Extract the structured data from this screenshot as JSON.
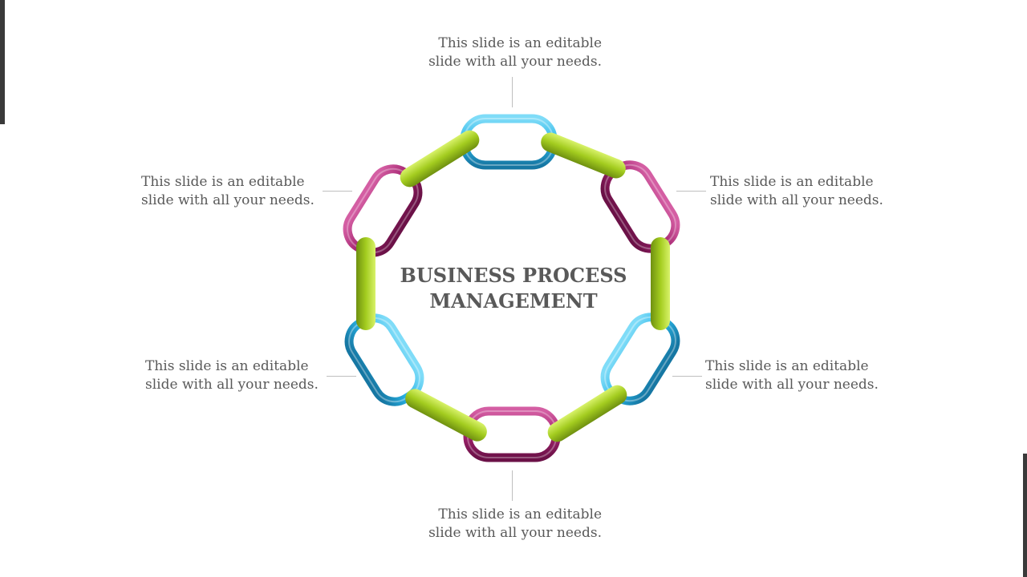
{
  "title": "BUSINESS PROCESS MANAGEMENT",
  "captions": {
    "top": "This slide is an editable slide with all your needs.",
    "top_left": "This slide is an editable slide with all your needs.",
    "top_right": "This slide is an editable slide with all your needs.",
    "bottom_left": "This slide is an editable slide with all your needs.",
    "bottom_right": "This slide is an editable slide with all your needs.",
    "bottom": "This slide is an editable slide with all your needs."
  },
  "colors": {
    "blue": "#29b4e6",
    "magenta": "#a2236e",
    "green": "#a3cc1f",
    "text": "#595959",
    "connector": "#bfbfbf"
  },
  "links": [
    "blue",
    "magenta",
    "magenta",
    "blue",
    "blue",
    "magenta"
  ]
}
